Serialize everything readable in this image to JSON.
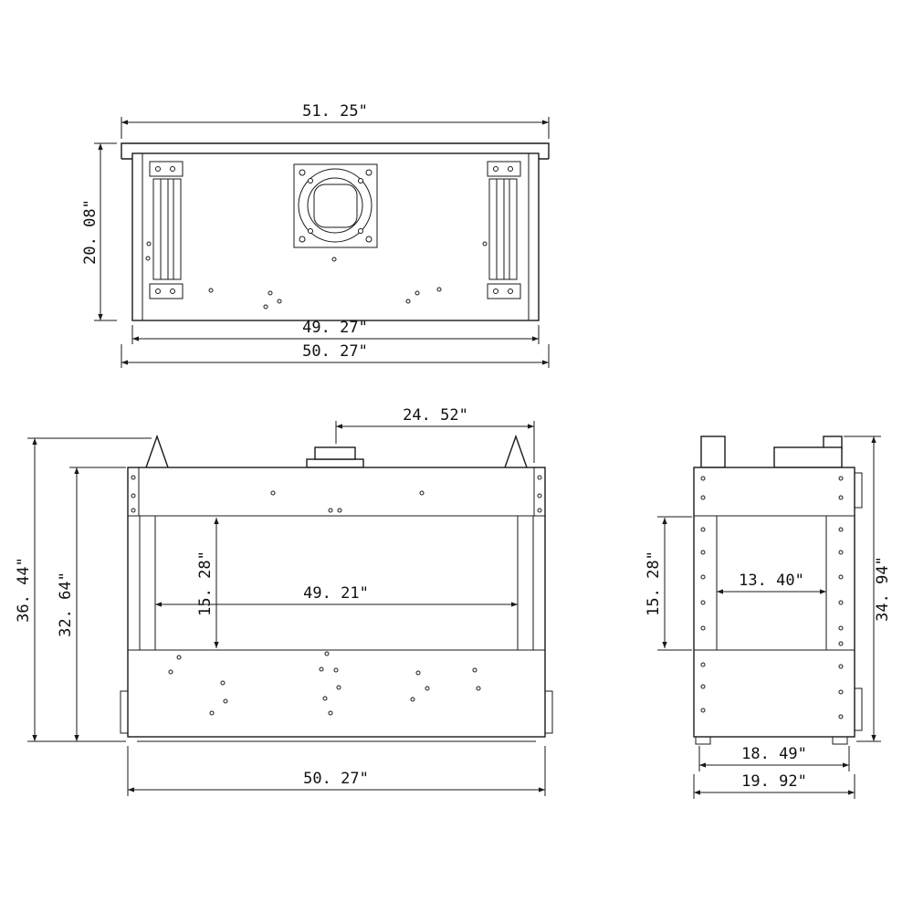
{
  "page": {
    "background": "#ffffff",
    "line_color": "#1a1a1a"
  },
  "top_view": {
    "label": "top-view",
    "dim_overall_width": "51. 25\"",
    "dim_depth": "20. 08\"",
    "dim_inner_width": "49. 27\"",
    "dim_flange_width": "50. 27\""
  },
  "front_view": {
    "label": "front-view",
    "dim_flue_center_offset": "24. 52\"",
    "dim_overall_height": "36. 44\"",
    "dim_body_height": "32. 64\"",
    "dim_opening_height": "15. 28\"",
    "dim_opening_width": "49. 21\"",
    "dim_overall_width": "50. 27\""
  },
  "side_view": {
    "label": "side-view",
    "dim_opening_height": "15. 28\"",
    "dim_opening_depth": "13. 40\"",
    "dim_overall_height": "34. 94\"",
    "dim_body_depth": "18. 49\"",
    "dim_overall_depth": "19. 92\""
  }
}
